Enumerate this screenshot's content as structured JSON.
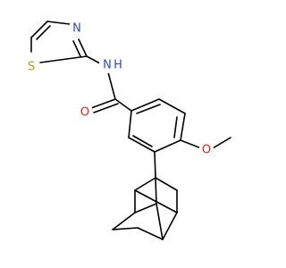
{
  "atoms": {
    "N_thiazole": {
      "label": "N",
      "color": "#2f4ea8"
    },
    "S_thiazole": {
      "label": "S",
      "color": "#b89b16"
    },
    "NH_amide": {
      "label": "N",
      "color": "#2f4ea8"
    },
    "H_amide": {
      "label": "H",
      "color": "#2f4ea8"
    },
    "O_carbonyl": {
      "label": "O",
      "color": "#d7261e"
    },
    "O_methoxy": {
      "label": "O",
      "color": "#d7261e"
    }
  }
}
